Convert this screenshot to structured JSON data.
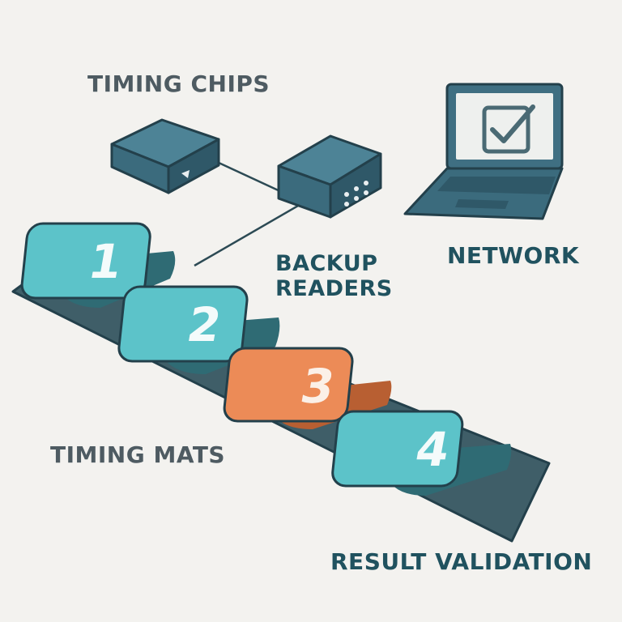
{
  "labels": {
    "timing_chips": "TIMING CHIPS",
    "backup_readers": "BACKUP READERS",
    "network": "NETWORK",
    "timing_mats": "TIMING MATS",
    "result_validation": "RESULT VALIDATION"
  },
  "mats": [
    {
      "number": "1",
      "color": "#5cc3c9"
    },
    {
      "number": "2",
      "color": "#5cc3c9"
    },
    {
      "number": "3",
      "color": "#ec8b57"
    },
    {
      "number": "4",
      "color": "#5cc3c9"
    }
  ],
  "colors": {
    "mat_track": "#3f5e68",
    "device": "#3f6f82",
    "outline": "#23404b",
    "text_gray": "#4e5b62",
    "text_teal": "#20525f"
  },
  "icons": {
    "laptop": "laptop-icon",
    "check": "checkmark-icon"
  }
}
